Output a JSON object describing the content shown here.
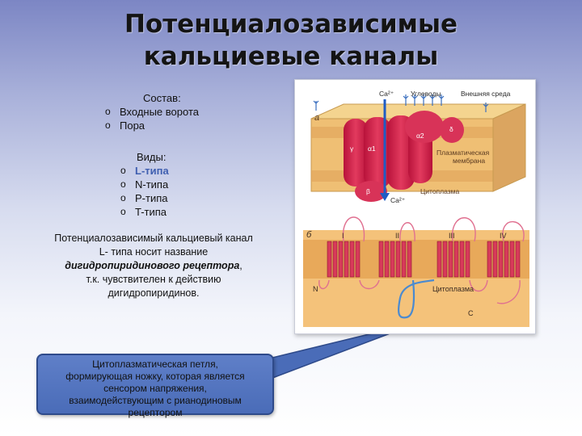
{
  "title": {
    "line1": "Потенциалозависимые",
    "line2": "кальциевые каналы"
  },
  "composition": {
    "heading": "Состав:",
    "items": [
      "Входные ворота",
      "Пора"
    ]
  },
  "types": {
    "heading": "Виды:",
    "items": [
      "L-типа",
      "N-типа",
      "P-типа",
      "T-типа"
    ],
    "highlight_color": "#3f5fb0"
  },
  "description": {
    "line1": "Потенциалозависимый кальциевый канал",
    "line2": "L- типа носит название",
    "line3_bold": "дигидропиридинового рецептора",
    "line3_rest": ",",
    "line4": "т.к. чувствителен к действию",
    "line5": "дигидропиридинов."
  },
  "figure": {
    "panel_a": "а",
    "panel_b": "б",
    "ca_top": "Ca²⁺",
    "ca_bottom": "Ca²⁺",
    "carbohydrates": "Углеводы",
    "outer_env": "Внешняя среда",
    "plasma_membrane": "Плазматическая мембрана",
    "cytoplasm_a": "Цитоплазма",
    "cytoplasm_b": "Цитоплазма",
    "subunit_alpha2": "α2",
    "subunit_delta": "δ",
    "subunit_gamma": "γ",
    "subunit_alpha1": "α1",
    "subunit_beta": "β",
    "domain_1": "I",
    "domain_2": "II",
    "domain_3": "III",
    "domain_4": "IV",
    "n_term": "N",
    "c_term": "C"
  },
  "callout": {
    "line1": "Цитоплазматическая петля,",
    "line2": "формирующая ножку, которая является",
    "line3": "сенсором напряжения,",
    "line4": "взаимодействующим с рианодиновым",
    "line5": "рецептором"
  }
}
